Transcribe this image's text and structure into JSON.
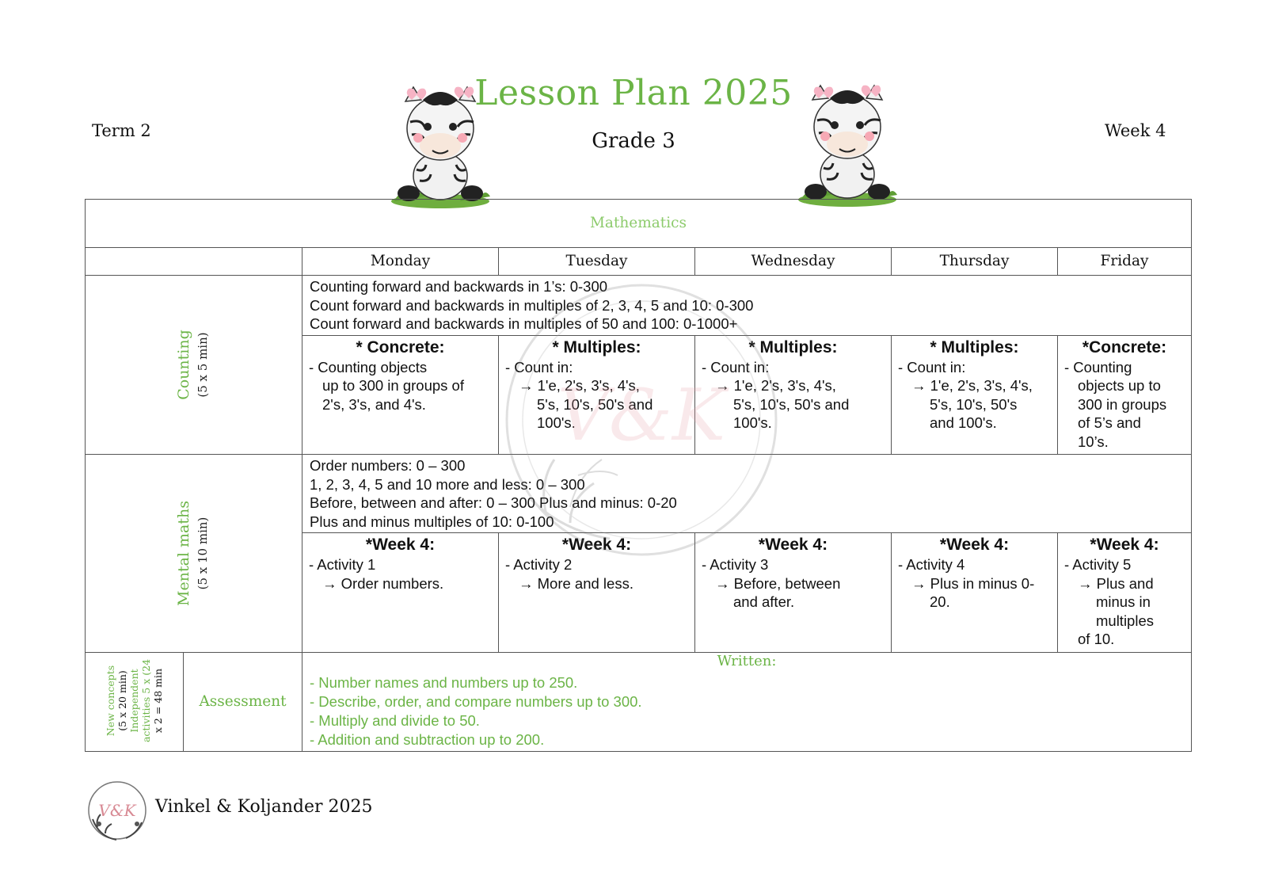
{
  "header": {
    "title": "Lesson Plan 2025",
    "grade": "Grade 3",
    "term": "Term 2",
    "week": "Week 4"
  },
  "subject": "Mathematics",
  "days": [
    "Monday",
    "Tuesday",
    "Wednesday",
    "Thursday",
    "Friday"
  ],
  "counting": {
    "label": "Counting",
    "duration": "(5 x 5 min)",
    "overview": [
      "Counting forward and backwards in 1’s: 0-300",
      "Count forward and backwards in multiples of 2, 3, 4, 5 and 10: 0-300",
      "Count forward and backwards in multiples of 50 and 100: 0-1000+"
    ],
    "monday": {
      "heading": "* Concrete:",
      "l1": "- Counting objects",
      "l2": "up to 300 in groups of",
      "l3": "2's, 3's, and 4's."
    },
    "tuesday": {
      "heading": "* Multiples:",
      "l1": "- Count in:",
      "l2": "→ 1'e, 2's, 3's, 4's,",
      "l3": "5's, 10's, 50's and",
      "l4": "100's."
    },
    "wednesday": {
      "heading": "* Multiples:",
      "l1": "- Count in:",
      "l2": "→ 1'e, 2's, 3's, 4's,",
      "l3": "5's, 10's, 50's and",
      "l4": "100's."
    },
    "thursday": {
      "heading": "* Multiples:",
      "l1": "- Count in:",
      "l2": "→ 1'e, 2's, 3's, 4's,",
      "l3": "5's, 10's, 50's",
      "l4": "and 100's."
    },
    "friday": {
      "heading": "*Concrete:",
      "l1": "- Counting",
      "l2": "objects up to",
      "l3": "300 in groups",
      "l4": "of 5’s and",
      "l5": "10’s."
    }
  },
  "mental": {
    "label": "Mental maths",
    "duration": "(5 x 10 min)",
    "overview": [
      "Order numbers: 0 – 300",
      "1, 2, 3, 4, 5 and 10 more and less: 0 – 300",
      "Before, between and after: 0 – 300 Plus and minus: 0-20",
      "Plus and minus multiples of 10: 0-100"
    ],
    "monday": {
      "heading": "*Week 4:",
      "l1": "- Activity 1",
      "l2": "→ Order numbers."
    },
    "tuesday": {
      "heading": "*Week 4:",
      "l1": "- Activity 2",
      "l2": "→ More and less."
    },
    "wednesday": {
      "heading": "*Week 4:",
      "l1": "- Activity 3",
      "l2": "→ Before, between",
      "l3": "and after."
    },
    "thursday": {
      "heading": "*Week 4:",
      "l1": "- Activity 4",
      "l2": "→ Plus in minus 0-",
      "l3": "20."
    },
    "friday": {
      "heading": "*Week 4:",
      "l1": "- Activity 5",
      "l2": "→ Plus and",
      "l3": "minus in",
      "l4": "multiples",
      "l5": "of 10."
    }
  },
  "assessment": {
    "side1": "New concepts",
    "side2": "(5 x 20 min)",
    "side3": "Independent",
    "side4": "activities 5 x (24",
    "side5": "x 2 = 48 min",
    "label": "Assessment",
    "heading": "Written:",
    "items": [
      "- Number names and numbers up to 250.",
      "- Describe, order, and compare numbers up to 300.",
      "- Multiply and divide to 50.",
      "- Addition and subtraction up to 200."
    ]
  },
  "footer": {
    "text": "Vinkel & Koljander 2025"
  },
  "colors": {
    "accent_green": "#6bb446",
    "subject_green": "#8dcb6c",
    "border": "#555555"
  },
  "icons": {
    "decoration": "zebra-icon",
    "logo": "wreath-logo-icon"
  }
}
